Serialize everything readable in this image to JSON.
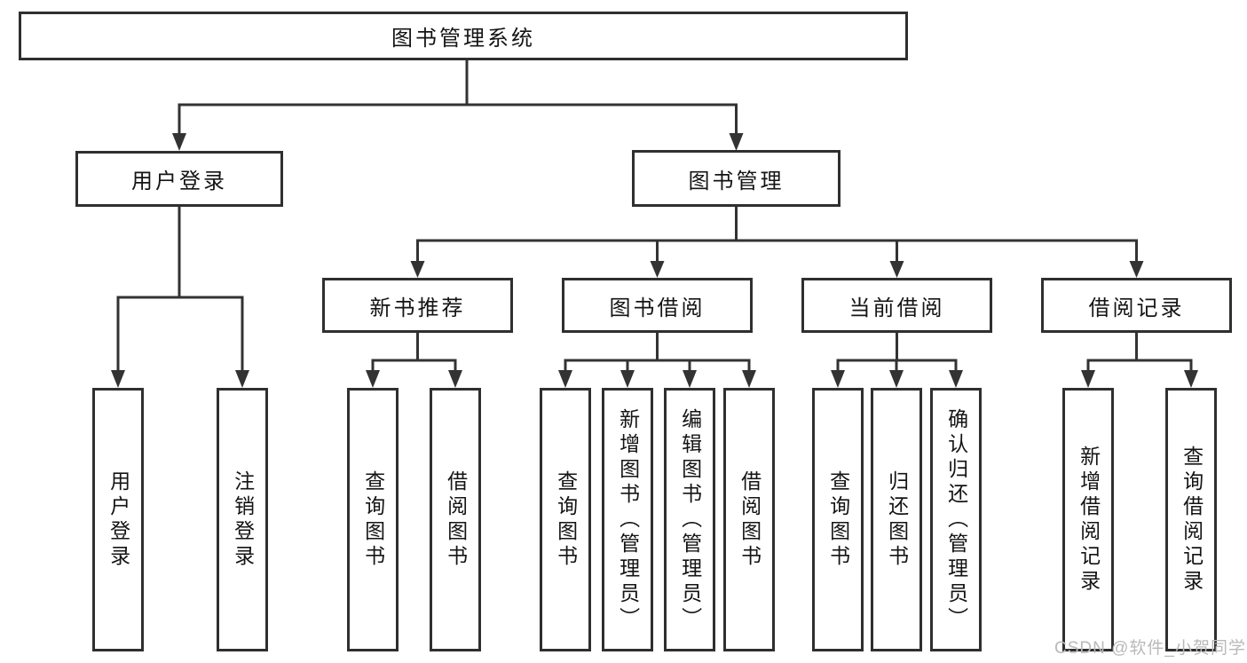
{
  "root": {
    "label": "图书管理系统",
    "children": [
      {
        "label": "用户登录",
        "children": [
          {
            "label": "用户登录"
          },
          {
            "label": "注销登录"
          }
        ]
      },
      {
        "label": "图书管理",
        "children": [
          {
            "label": "新书推荐",
            "children": [
              {
                "label": "查询图书"
              },
              {
                "label": "借阅图书"
              }
            ]
          },
          {
            "label": "图书借阅",
            "children": [
              {
                "label": "查询图书"
              },
              {
                "label": "新增图书（管理员）"
              },
              {
                "label": "编辑图书（管理员）"
              },
              {
                "label": "借阅图书"
              }
            ]
          },
          {
            "label": "当前借阅",
            "children": [
              {
                "label": "查询图书"
              },
              {
                "label": "归还图书"
              },
              {
                "label": "确认归还（管理员）"
              }
            ]
          },
          {
            "label": "借阅记录",
            "children": [
              {
                "label": "新增借阅记录"
              },
              {
                "label": "查询借阅记录"
              }
            ]
          }
        ]
      }
    ]
  },
  "watermark": {
    "text": "CSDN @软件_小贺同学"
  },
  "colors": {
    "line": "#333333",
    "border": "#2f2f2f",
    "text": "#141414",
    "watermark": "#b9b9b9",
    "background": "#ffffff"
  }
}
